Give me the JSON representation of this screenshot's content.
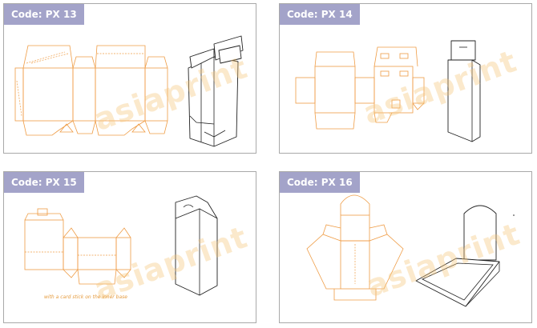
{
  "panels": [
    {
      "code": "Code: PX 13",
      "watermark": "asiaprint"
    },
    {
      "code": "Code: PX 14",
      "watermark": "asiaprint"
    },
    {
      "code": "Code: PX 15",
      "watermark": "asiaprint",
      "note": "with a card stick on the inner base"
    },
    {
      "code": "Code: PX 16",
      "watermark": "asiaprint"
    }
  ],
  "colors": {
    "tag_bg": "#a3a3c9",
    "dieline": "#ef9c45",
    "box_outline": "#222222",
    "border": "#a9a9a9"
  }
}
